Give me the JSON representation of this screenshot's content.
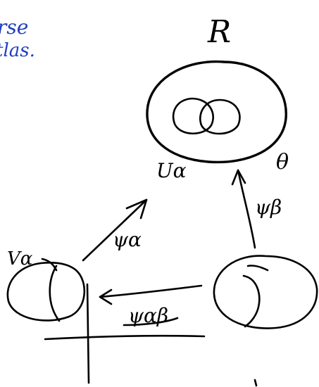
{
  "labels": {
    "R": "R",
    "theta": "θ",
    "U_alpha": "Uα",
    "V_alpha": "Vα",
    "psi_alpha": "ψα",
    "psi_beta": "ψβ",
    "psi_alpha_beta": "ψαβ"
  },
  "note_fragments": {
    "line1": "rse",
    "line2": "tlas."
  },
  "colors": {
    "ink": "#000000",
    "note_ink": "#1f3fbf",
    "background": "#ffffff"
  }
}
